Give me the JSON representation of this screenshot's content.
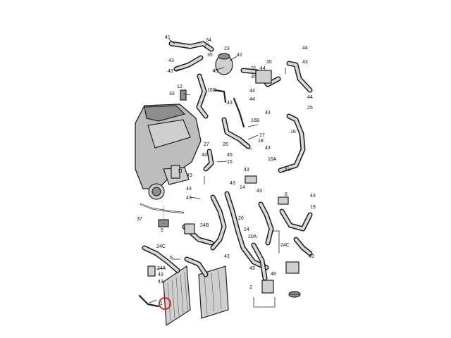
{
  "diagram": {
    "callouts": [
      {
        "id": "c41",
        "text": "41"
      },
      {
        "id": "c34",
        "text": "34"
      },
      {
        "id": "c23",
        "text": "23"
      },
      {
        "id": "c42a",
        "text": "42"
      },
      {
        "id": "c43a",
        "text": "43"
      },
      {
        "id": "c35a",
        "text": "35"
      },
      {
        "id": "c43b",
        "text": "43"
      },
      {
        "id": "c43c",
        "text": "43"
      },
      {
        "id": "c30",
        "text": "30"
      },
      {
        "id": "c31",
        "text": "31"
      },
      {
        "id": "c44a",
        "text": "44"
      },
      {
        "id": "c35b",
        "text": "35"
      },
      {
        "id": "c44b",
        "text": "44"
      },
      {
        "id": "c43d",
        "text": "43"
      },
      {
        "id": "c44c",
        "text": "44"
      },
      {
        "id": "c44d",
        "text": "44"
      },
      {
        "id": "c44e",
        "text": "44"
      },
      {
        "id": "c25",
        "text": "25"
      },
      {
        "id": "c12",
        "text": "12"
      },
      {
        "id": "c33",
        "text": "33"
      },
      {
        "id": "c16c",
        "text": "16C"
      },
      {
        "id": "c43e",
        "text": "43"
      },
      {
        "id": "c16b",
        "text": "16B"
      },
      {
        "id": "c43f",
        "text": "43"
      },
      {
        "id": "c17",
        "text": "17"
      },
      {
        "id": "c16",
        "text": "16"
      },
      {
        "id": "c18",
        "text": "18"
      },
      {
        "id": "c43g",
        "text": "43"
      },
      {
        "id": "c16a",
        "text": "16A"
      },
      {
        "id": "c27",
        "text": "27"
      },
      {
        "id": "c26",
        "text": "26"
      },
      {
        "id": "c45",
        "text": "45"
      },
      {
        "id": "c44f",
        "text": "44"
      },
      {
        "id": "c43h",
        "text": "43"
      },
      {
        "id": "c15",
        "text": "15"
      },
      {
        "id": "c11",
        "text": "11"
      },
      {
        "id": "c43i",
        "text": "43"
      },
      {
        "id": "c43j",
        "text": "43"
      },
      {
        "id": "c43k",
        "text": "43"
      },
      {
        "id": "c43l",
        "text": "43"
      },
      {
        "id": "c14",
        "text": "14"
      },
      {
        "id": "c43m",
        "text": "43"
      },
      {
        "id": "c43n",
        "text": "43"
      },
      {
        "id": "c8",
        "text": "8"
      },
      {
        "id": "c43o",
        "text": "43"
      },
      {
        "id": "c19",
        "text": "19"
      },
      {
        "id": "c37",
        "text": "37"
      },
      {
        "id": "c20",
        "text": "20"
      },
      {
        "id": "c5",
        "text": "5"
      },
      {
        "id": "c24",
        "text": "24"
      },
      {
        "id": "c20a",
        "text": "20A"
      },
      {
        "id": "c24b",
        "text": "24B"
      },
      {
        "id": "c24c1",
        "text": "24C"
      },
      {
        "id": "c24c2",
        "text": "24C"
      },
      {
        "id": "c6",
        "text": "6"
      },
      {
        "id": "c43p",
        "text": "43"
      },
      {
        "id": "c24a",
        "text": "24A"
      },
      {
        "id": "c43q",
        "text": "43"
      },
      {
        "id": "c43r",
        "text": "43"
      },
      {
        "id": "c43s",
        "text": "43"
      },
      {
        "id": "c43t",
        "text": "43"
      },
      {
        "id": "c48",
        "text": "48"
      },
      {
        "id": "c1",
        "text": "1"
      },
      {
        "id": "c2",
        "text": "2"
      }
    ]
  }
}
